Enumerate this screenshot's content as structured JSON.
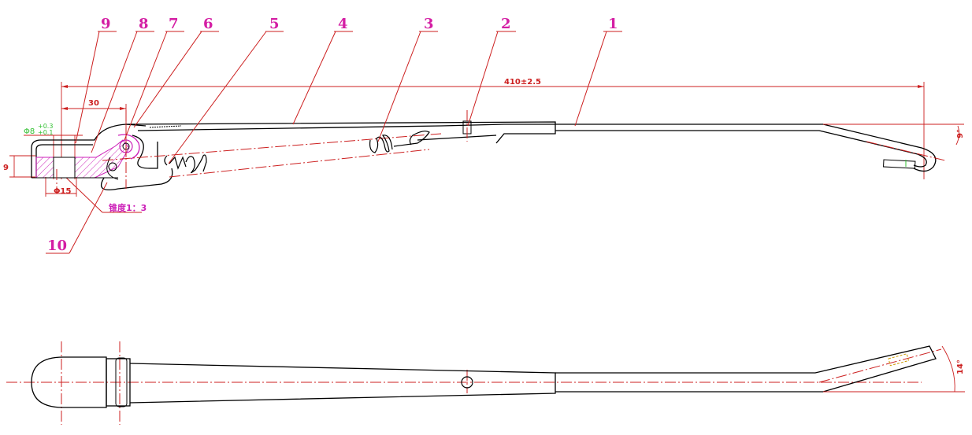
{
  "callouts": {
    "c1": "1",
    "c2": "2",
    "c3": "3",
    "c4": "4",
    "c5": "5",
    "c6": "6",
    "c7": "7",
    "c8": "8",
    "c9": "9",
    "c10": "10"
  },
  "dimensions": {
    "overall_length": "410±2.5",
    "dim_30": "30",
    "dim_9": "9",
    "dim_phi15": "Φ15",
    "dim_phi8": "Φ8",
    "dim_phi8_tol_upper": "+0.3",
    "dim_phi8_tol_lower": "+0.1",
    "taper": "锥度1：3",
    "tip_angle_side": "9°",
    "tip_angle_plan": "14°"
  },
  "colors": {
    "callout": "#d41ea4",
    "dimension": "#cc1f1f",
    "tolerance": "#33c133",
    "outline": "#000000"
  }
}
